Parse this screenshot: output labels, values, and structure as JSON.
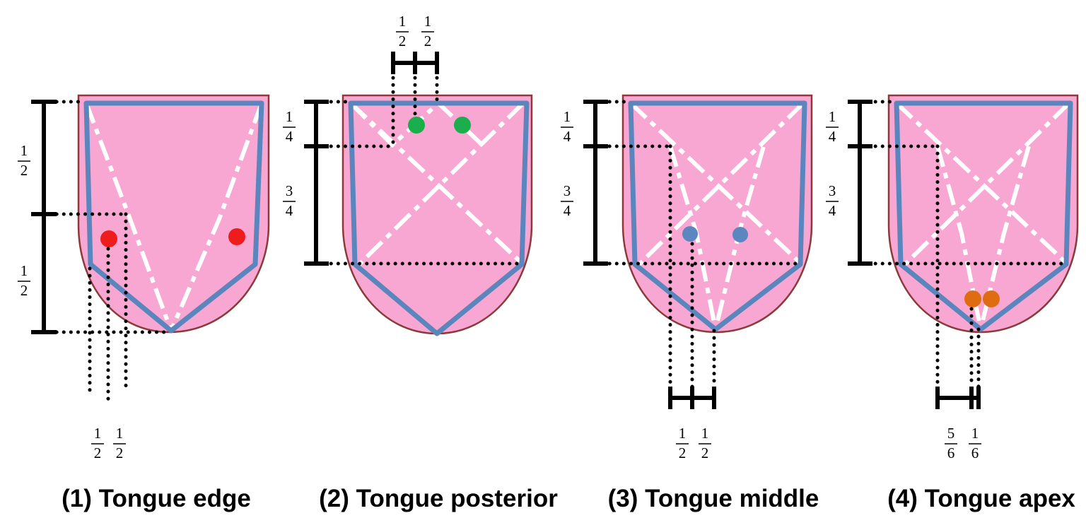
{
  "colors": {
    "tongue": "#f8a6d2",
    "outline": "#8b3a3a",
    "zone_lines": "#5a86bd",
    "dashes": "#ffffff",
    "edge_dot": "#ee1c1c",
    "posterior_dot": "#1aaf4c",
    "middle_dot": "#5b86c0",
    "apex_dot": "#e06c12"
  },
  "panels": [
    {
      "caption": "(1) Tongue edge",
      "fractions": [
        {
          "num": "1",
          "den": "2"
        },
        {
          "num": "1",
          "den": "2"
        },
        {
          "num": "1",
          "den": "2"
        },
        {
          "num": "1",
          "den": "2"
        }
      ]
    },
    {
      "caption": "(2) Tongue posterior",
      "fractions": [
        {
          "num": "1",
          "den": "2"
        },
        {
          "num": "1",
          "den": "2"
        },
        {
          "num": "1",
          "den": "4"
        },
        {
          "num": "3",
          "den": "4"
        }
      ]
    },
    {
      "caption": "(3) Tongue middle",
      "fractions": [
        {
          "num": "1",
          "den": "4"
        },
        {
          "num": "3",
          "den": "4"
        },
        {
          "num": "1",
          "den": "2"
        },
        {
          "num": "1",
          "den": "2"
        }
      ]
    },
    {
      "caption": "(4) Tongue apex",
      "fractions": [
        {
          "num": "1",
          "den": "4"
        },
        {
          "num": "3",
          "den": "4"
        },
        {
          "num": "5",
          "den": "6"
        },
        {
          "num": "1",
          "den": "6"
        }
      ]
    }
  ]
}
